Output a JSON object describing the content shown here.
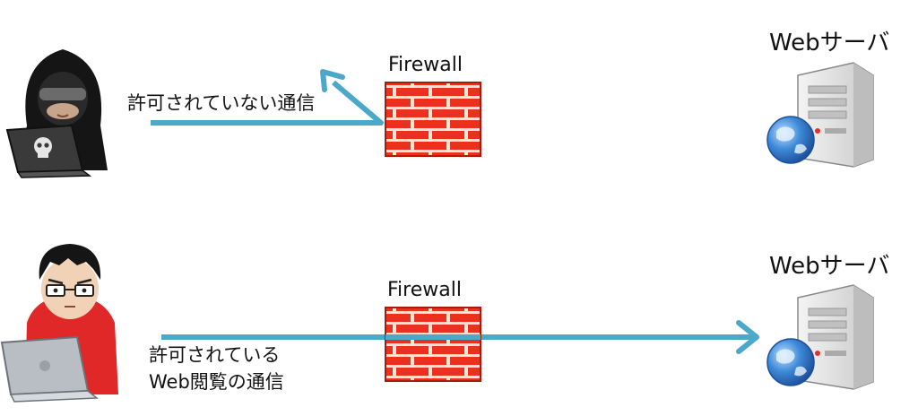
{
  "scenarios": [
    {
      "blocked_label": "許可されていない通信",
      "firewall_label": "Firewall",
      "server_label": "Webサーバ"
    },
    {
      "allowed_label_line1": "許可されている",
      "allowed_label_line2": "Web閲覧の通信",
      "firewall_label": "Firewall",
      "server_label": "Webサーバ"
    }
  ],
  "colors": {
    "arrow": "#4aa8c8",
    "brick": "#e8321e",
    "mortar": "#fbe3d6",
    "server": "#dcdcdc",
    "globe": "#2f6fc0",
    "hoodie": "#151515",
    "shirt": "#e02828"
  }
}
